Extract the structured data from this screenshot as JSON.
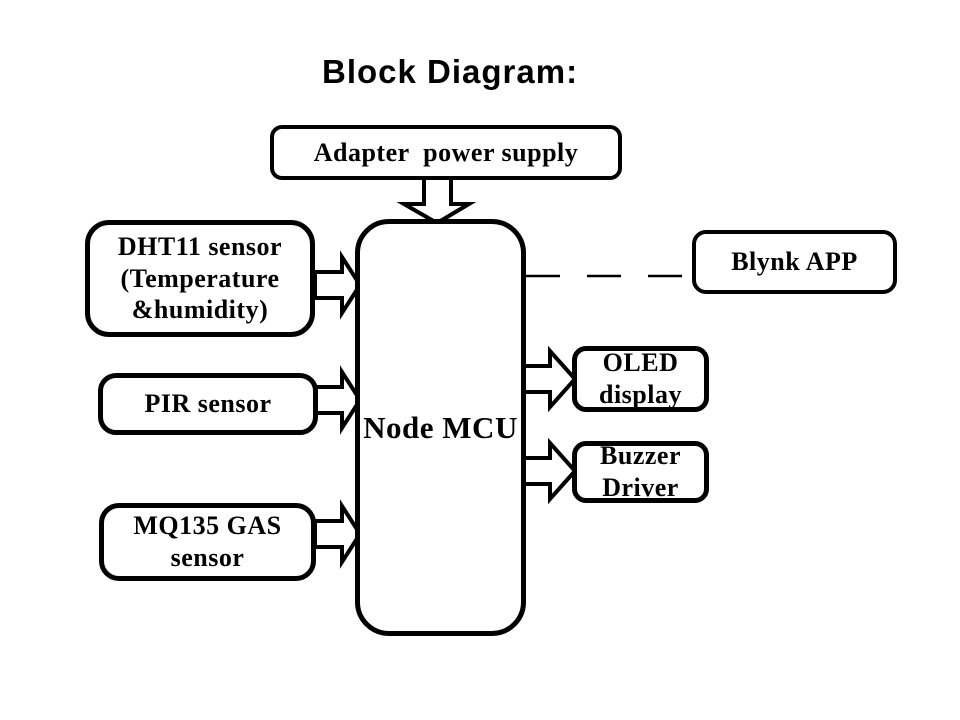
{
  "title": "Block Diagram:",
  "colors": {
    "stroke": "#000000",
    "background": "#ffffff",
    "node_fill": "#ffffff",
    "text": "#000000"
  },
  "nodes": {
    "adapter": {
      "label": "Adapter  power supply"
    },
    "dht11": {
      "label": "DHT11 sensor\n(Temperature\n&humidity)"
    },
    "pir": {
      "label": "PIR sensor"
    },
    "mq135": {
      "label": "MQ135 GAS\nsensor"
    },
    "nodemcu": {
      "label": "Node MCU"
    },
    "blynk": {
      "label": "Blynk APP"
    },
    "oled": {
      "label": "OLED\ndisplay"
    },
    "buzzer": {
      "label": "Buzzer\nDriver"
    }
  },
  "connections": [
    {
      "from": "Adapter power supply",
      "to": "Node MCU",
      "type": "block-arrow",
      "direction": "down"
    },
    {
      "from": "DHT11 sensor (Temperature &humidity)",
      "to": "Node MCU",
      "type": "block-arrow",
      "direction": "right"
    },
    {
      "from": "PIR sensor",
      "to": "Node MCU",
      "type": "block-arrow",
      "direction": "right"
    },
    {
      "from": "MQ135 GAS sensor",
      "to": "Node MCU",
      "type": "block-arrow",
      "direction": "right"
    },
    {
      "from": "Node MCU",
      "to": "OLED display",
      "type": "block-arrow",
      "direction": "right"
    },
    {
      "from": "Node MCU",
      "to": "Buzzer Driver",
      "type": "block-arrow",
      "direction": "right"
    },
    {
      "from": "Node MCU",
      "to": "Blynk APP",
      "type": "dashed-line",
      "direction": "right"
    }
  ]
}
